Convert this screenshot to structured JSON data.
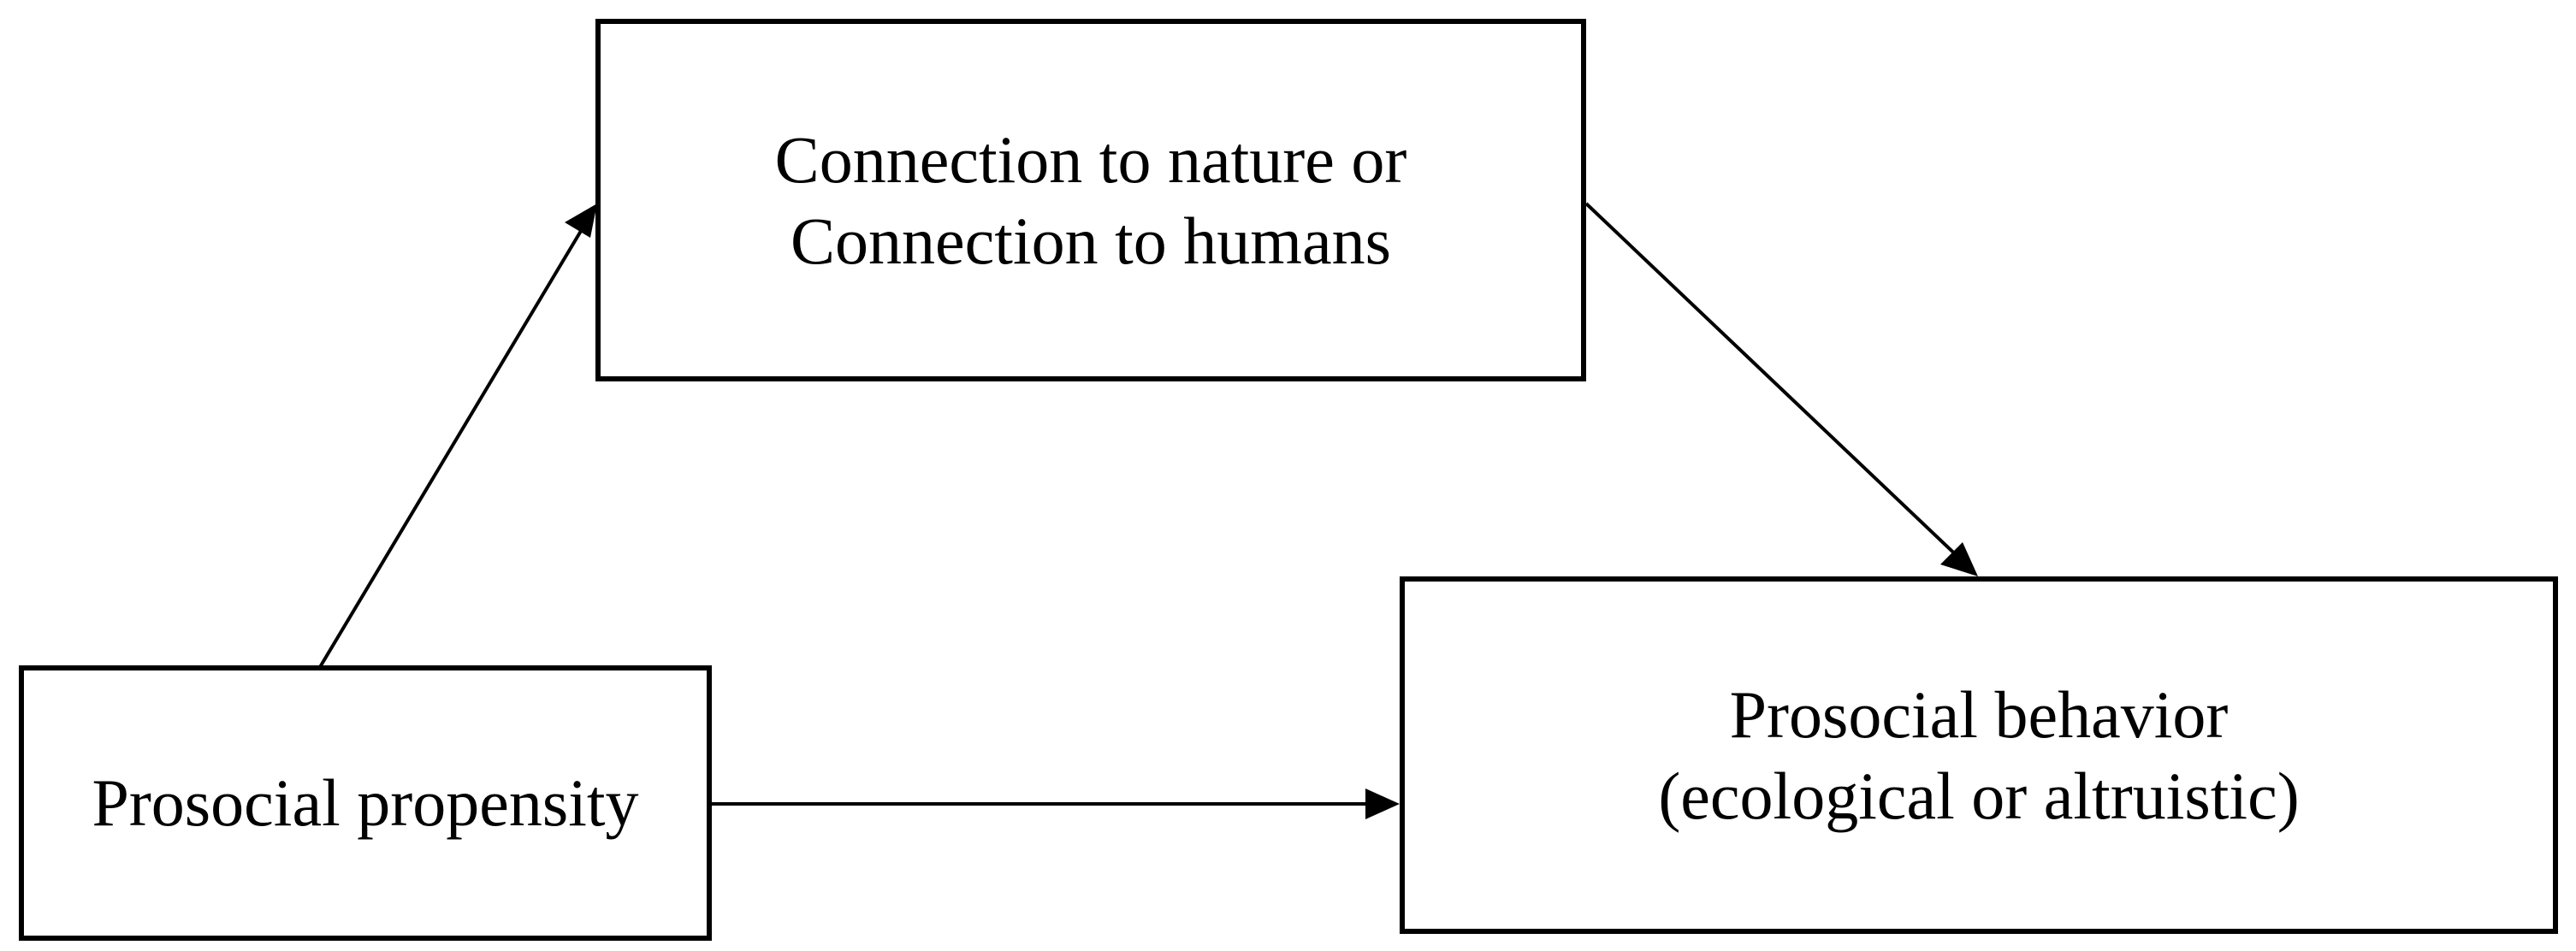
{
  "diagram": {
    "nodes": {
      "mediator": {
        "line1": "Connection to nature or",
        "line2": "Connection to humans"
      },
      "predictor": {
        "label": "Prosocial propensity"
      },
      "outcome": {
        "line1": "Prosocial behavior",
        "line2": "(ecological or altruistic)"
      }
    },
    "edges": [
      {
        "from": "predictor",
        "to": "mediator"
      },
      {
        "from": "mediator",
        "to": "outcome"
      },
      {
        "from": "predictor",
        "to": "outcome"
      }
    ]
  }
}
